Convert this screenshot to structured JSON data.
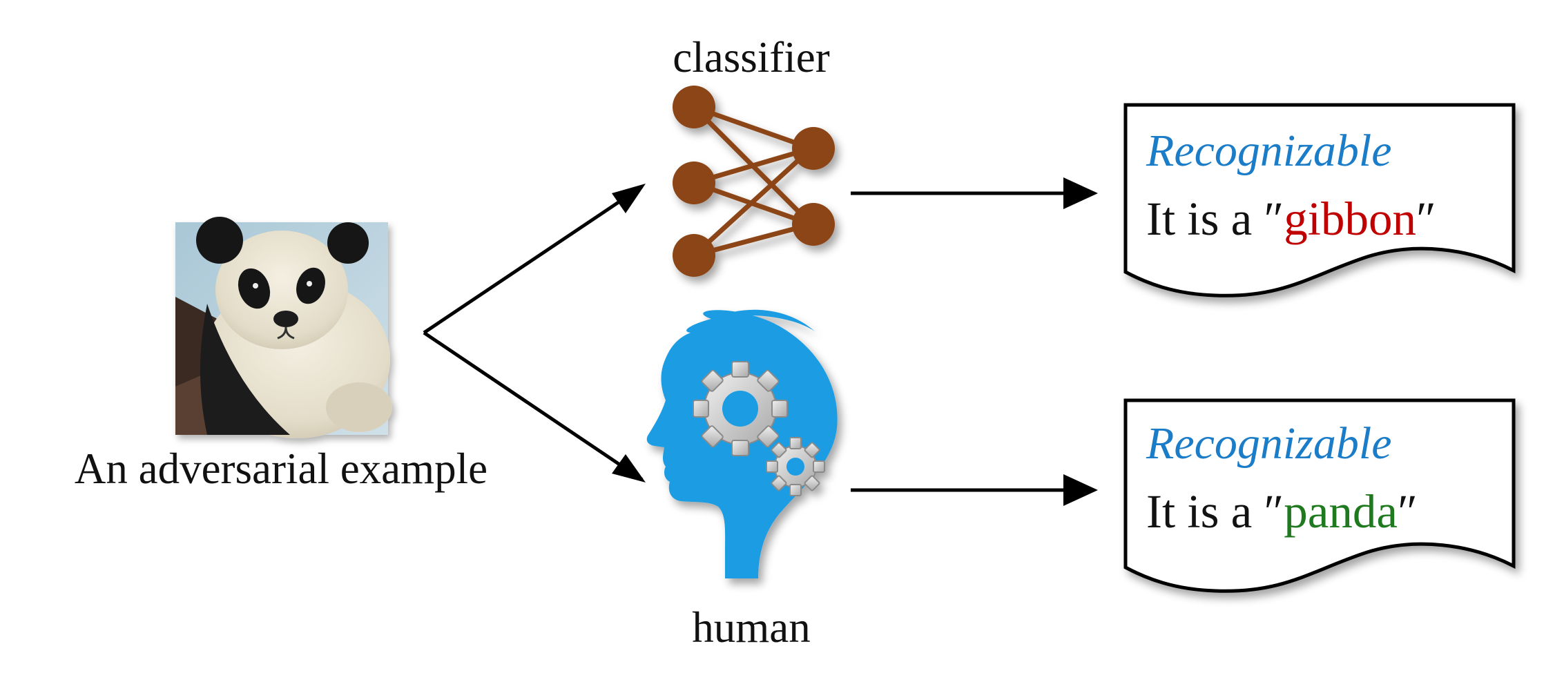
{
  "input": {
    "caption": "An adversarial example",
    "image_icon": "panda-photo"
  },
  "classifier": {
    "label": "classifier",
    "icon": "neural-network-icon",
    "color": "#8B4513"
  },
  "human": {
    "label": "human",
    "icon": "head-with-gears-icon",
    "color": "#1B9CE2"
  },
  "outputs": [
    {
      "keyword": "Recognizable",
      "prefix": "It is a ",
      "open_quote": "″",
      "answer": "gibbon",
      "close_quote": "″",
      "answer_color": "#C00000"
    },
    {
      "keyword": "Recognizable",
      "prefix": "It is a ",
      "open_quote": "″",
      "answer": "panda",
      "close_quote": "″",
      "answer_color": "#1F7A1F"
    }
  ],
  "colors": {
    "keyword": "#1B7CC8",
    "arrow": "#000000"
  }
}
